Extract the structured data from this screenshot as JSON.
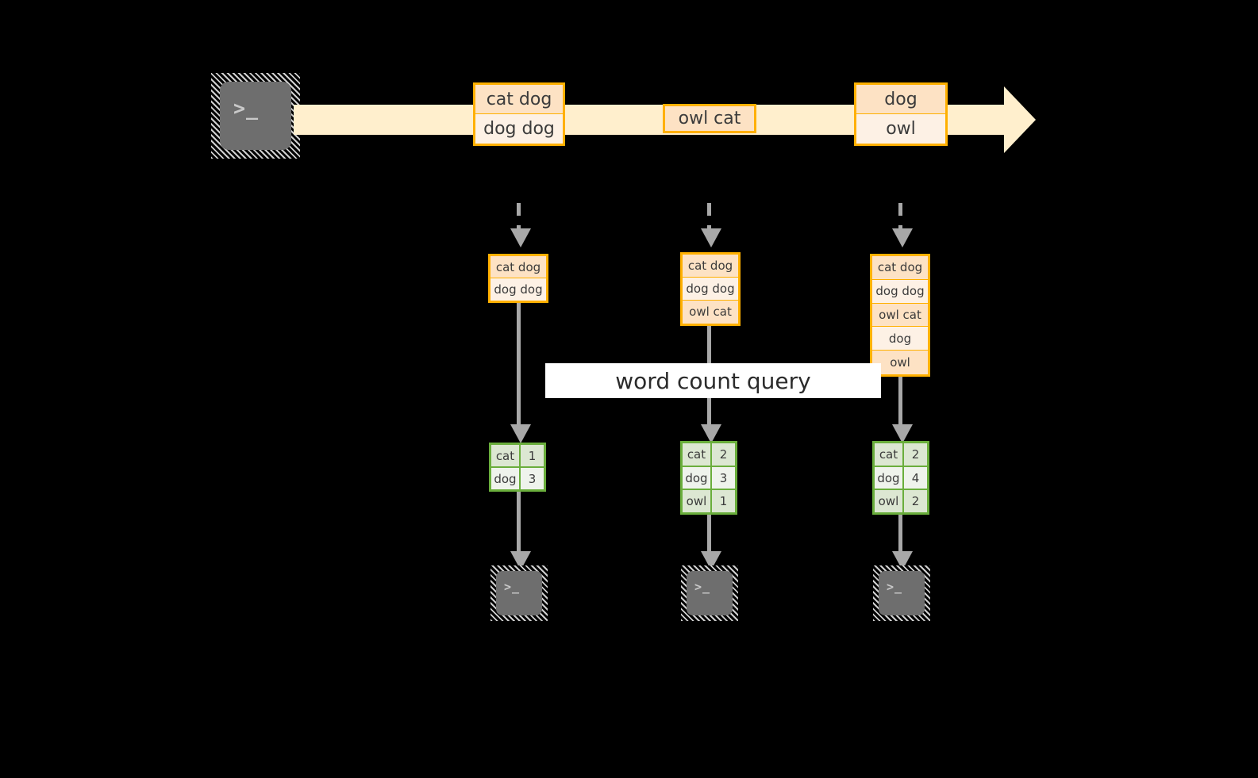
{
  "colors": {
    "background": "#000000",
    "stream_band": "#FFEFCD",
    "box_border": "#FFB000",
    "box_fill_dark": "#FDE2C4",
    "box_fill_light": "#FDF1E5",
    "table_border": "#6AAE3C",
    "table_fill_dark": "#DCE7D2",
    "table_fill_light": "#EFF3EC",
    "connector": "#A8A8A8",
    "terminal_body": "#6E6E6E",
    "banner_fill": "#FFFFFF"
  },
  "producer": {
    "icon": "terminal-icon",
    "glyph": ">_"
  },
  "stream": {
    "messages": [
      {
        "id": "msg-1",
        "lines": [
          "cat dog",
          "dog dog"
        ]
      },
      {
        "id": "msg-2",
        "lines": [
          "owl cat"
        ]
      },
      {
        "id": "msg-3",
        "lines": [
          "dog",
          "owl"
        ]
      }
    ]
  },
  "banner": {
    "label": "word count query"
  },
  "snapshots": [
    {
      "id": "snapshot-1",
      "lines": [
        "cat dog",
        "dog dog"
      ]
    },
    {
      "id": "snapshot-2",
      "lines": [
        "cat dog",
        "dog dog",
        "owl cat"
      ]
    },
    {
      "id": "snapshot-3",
      "lines": [
        "cat dog",
        "dog dog",
        "owl cat",
        "dog",
        "owl"
      ]
    }
  ],
  "results": [
    {
      "id": "result-1",
      "rows": [
        {
          "word": "cat",
          "count": "1"
        },
        {
          "word": "dog",
          "count": "3"
        }
      ]
    },
    {
      "id": "result-2",
      "rows": [
        {
          "word": "cat",
          "count": "2"
        },
        {
          "word": "dog",
          "count": "3"
        },
        {
          "word": "owl",
          "count": "1"
        }
      ]
    },
    {
      "id": "result-3",
      "rows": [
        {
          "word": "cat",
          "count": "2"
        },
        {
          "word": "dog",
          "count": "4"
        },
        {
          "word": "owl",
          "count": "2"
        }
      ]
    }
  ],
  "consumers": [
    {
      "id": "consumer-1",
      "icon": "terminal-icon",
      "glyph": ">_"
    },
    {
      "id": "consumer-2",
      "icon": "terminal-icon",
      "glyph": ">_"
    },
    {
      "id": "consumer-3",
      "icon": "terminal-icon",
      "glyph": ">_"
    }
  ]
}
